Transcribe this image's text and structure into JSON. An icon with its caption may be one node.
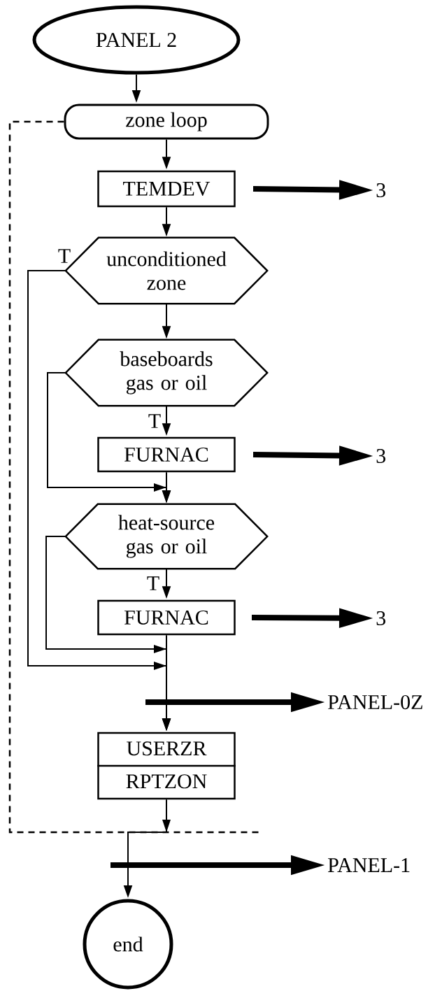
{
  "diagram": {
    "nodes": [
      {
        "text": [
          "PANEL 2"
        ]
      },
      {
        "text": [
          "zone loop"
        ]
      },
      {
        "text": [
          "TEMDEV"
        ]
      },
      {
        "text": [
          "unconditioned zone"
        ]
      },
      {
        "text": [
          "baseboards gas or oil"
        ]
      },
      {
        "text": [
          "FURNAC"
        ]
      },
      {
        "text": [
          "heat-source gas or oil"
        ]
      },
      {
        "text": [
          "FURNAC"
        ]
      },
      {
        "text": [
          "USERZR",
          "RPTZON"
        ]
      },
      {
        "text": [
          "end"
        ]
      },
      {
        "text": [
          "3"
        ]
      },
      {
        "text": [
          "3"
        ]
      },
      {
        "text": [
          "3"
        ]
      },
      {
        "text": [
          "PANEL-0Z"
        ]
      },
      {
        "text": [
          "PANEL-1"
        ]
      }
    ],
    "edges": [
      {
        "from": 0,
        "to": 1,
        "arrow": "to"
      },
      {
        "from": 1,
        "to": 2,
        "arrow": "to"
      },
      {
        "from": 2,
        "to": 3,
        "arrow": "to"
      },
      {
        "from": 3,
        "to": 4,
        "arrow": "to"
      },
      {
        "from": 4,
        "to": 5,
        "arrow": "to",
        "label": "T"
      },
      {
        "from": 5,
        "to": 6,
        "arrow": "to"
      },
      {
        "from": 4,
        "to": 6,
        "arrow": "to"
      },
      {
        "from": 6,
        "to": 7,
        "arrow": "to",
        "label": "T"
      },
      {
        "from": 7,
        "to": 8,
        "arrow": "to"
      },
      {
        "from": 6,
        "to": 8,
        "arrow": "to"
      },
      {
        "from": 3,
        "to": 8,
        "arrow": "to",
        "label": "T"
      },
      {
        "from": 8,
        "to": 9,
        "arrow": "to"
      },
      {
        "from": null,
        "to": 10,
        "arrow": "to",
        "style": "thick"
      },
      {
        "from": null,
        "to": 11,
        "arrow": "to",
        "style": "thick"
      },
      {
        "from": null,
        "to": 12,
        "arrow": "to",
        "style": "thick"
      },
      {
        "from": null,
        "to": 13,
        "arrow": "to",
        "style": "thick"
      },
      {
        "from": null,
        "to": 14,
        "arrow": "to",
        "style": "thick"
      }
    ]
  }
}
